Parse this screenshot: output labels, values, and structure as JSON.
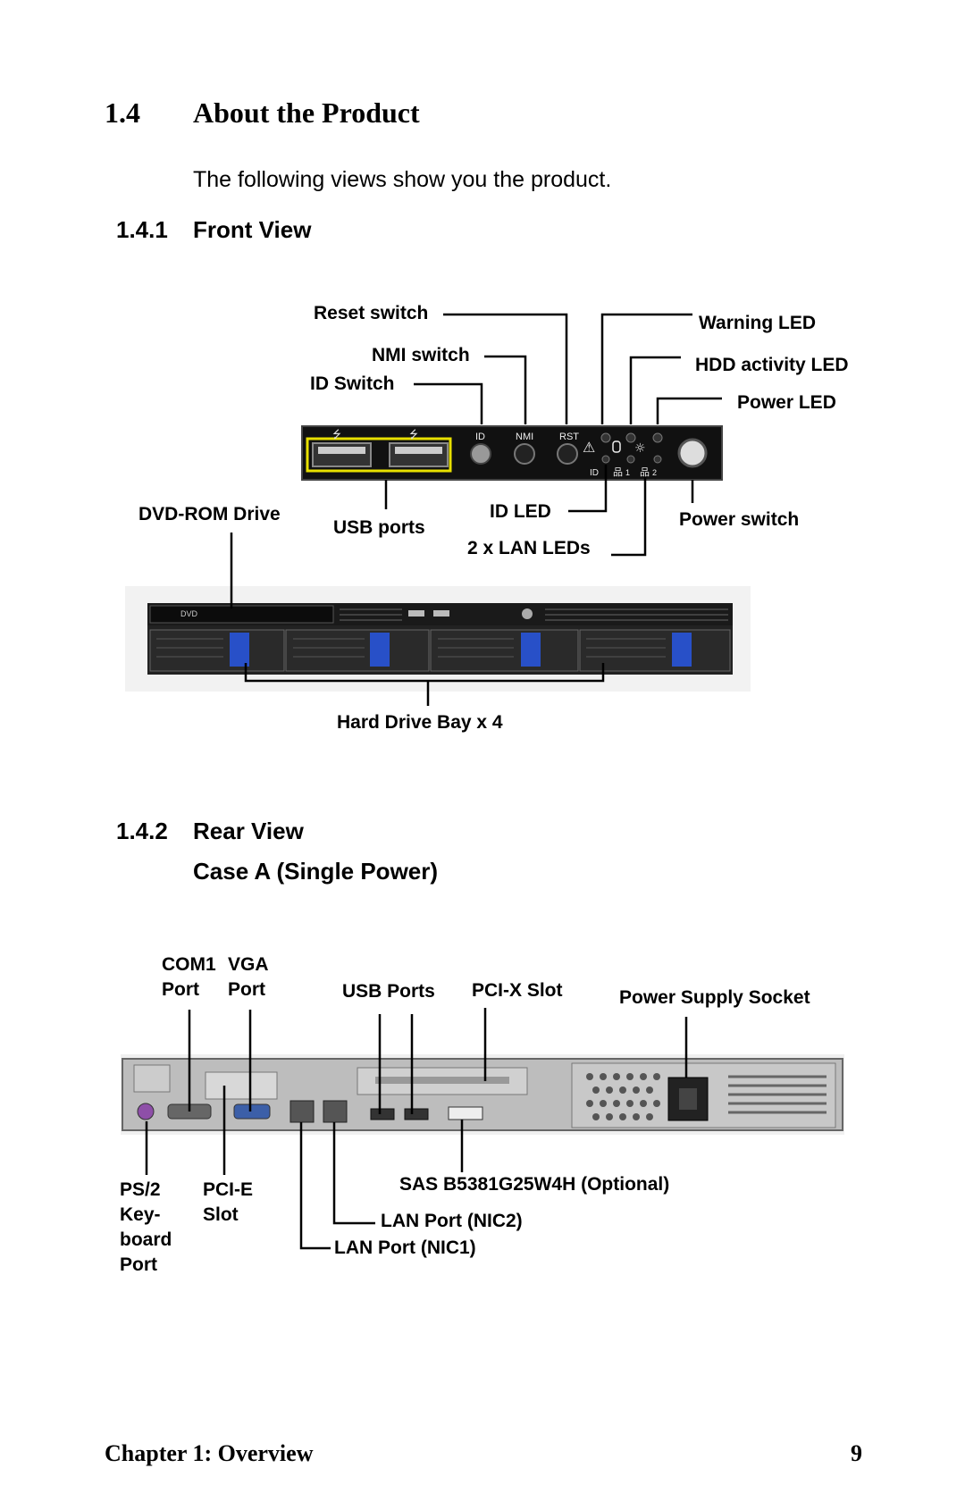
{
  "section": {
    "number": "1.4",
    "title": "About the Product"
  },
  "intro": "The following views show you the product.",
  "front_view": {
    "number": "1.4.1",
    "title": "Front View",
    "labels": {
      "reset_switch": "Reset switch",
      "nmi_switch": "NMI switch",
      "id_switch": "ID Switch",
      "warning_led": "Warning LED",
      "hdd_activity_led": "HDD activity LED",
      "power_led": "Power LED",
      "dvd_rom_drive": "DVD-ROM Drive",
      "usb_ports": "USB ports",
      "id_led": "ID LED",
      "lan_leds": "2 x LAN LEDs",
      "power_switch": "Power switch",
      "hard_drive_bay": "Hard Drive Bay x 4"
    },
    "panel_markings": {
      "id": "ID",
      "nmi": "NMI",
      "rst": "RST",
      "id_led": "ID",
      "lan1": "1",
      "lan2": "2",
      "dvd": "DVD"
    }
  },
  "rear_view": {
    "number": "1.4.2",
    "title": "Rear View",
    "subtitle": "Case A (Single Power)",
    "labels": {
      "com1_line1": "COM1",
      "com1_line2": "Port",
      "vga_line1": "VGA",
      "vga_line2": "Port",
      "usb_ports": "USB Ports",
      "pcix_slot": "PCI-X Slot",
      "power_supply_socket": "Power Supply Socket",
      "ps2_lines": [
        "PS/2",
        "Key-",
        "board",
        "Port"
      ],
      "pcie_lines": [
        "PCI-E",
        "Slot"
      ],
      "sas": "SAS B5381G25W4H (Optional)",
      "lan_nic2": "LAN Port (NIC2)",
      "lan_nic1": "LAN Port (NIC1)"
    }
  },
  "footer": {
    "chapter": "Chapter 1: Overview",
    "page": "9"
  }
}
